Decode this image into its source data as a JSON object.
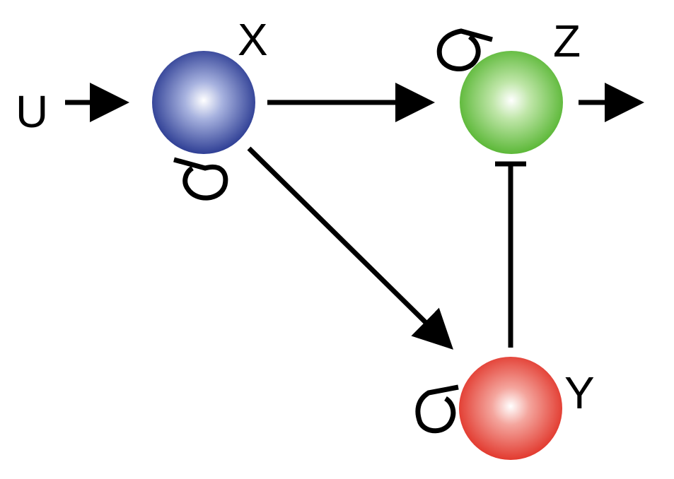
{
  "diagram": {
    "nodes": {
      "x": {
        "label": "X",
        "color": "#3a4fa0"
      },
      "z": {
        "label": "Z",
        "color": "#6cc24a"
      },
      "y": {
        "label": "Y",
        "color": "#e8453c"
      }
    },
    "input_label": "U",
    "edges": [
      {
        "from": "U",
        "to": "X",
        "type": "activation"
      },
      {
        "from": "X",
        "to": "Z",
        "type": "activation"
      },
      {
        "from": "X",
        "to": "Y",
        "type": "activation"
      },
      {
        "from": "Y",
        "to": "Z",
        "type": "inhibition"
      },
      {
        "from": "Z",
        "to": "output",
        "type": "activation"
      }
    ],
    "self_loops": [
      "X",
      "Z",
      "Y"
    ]
  }
}
